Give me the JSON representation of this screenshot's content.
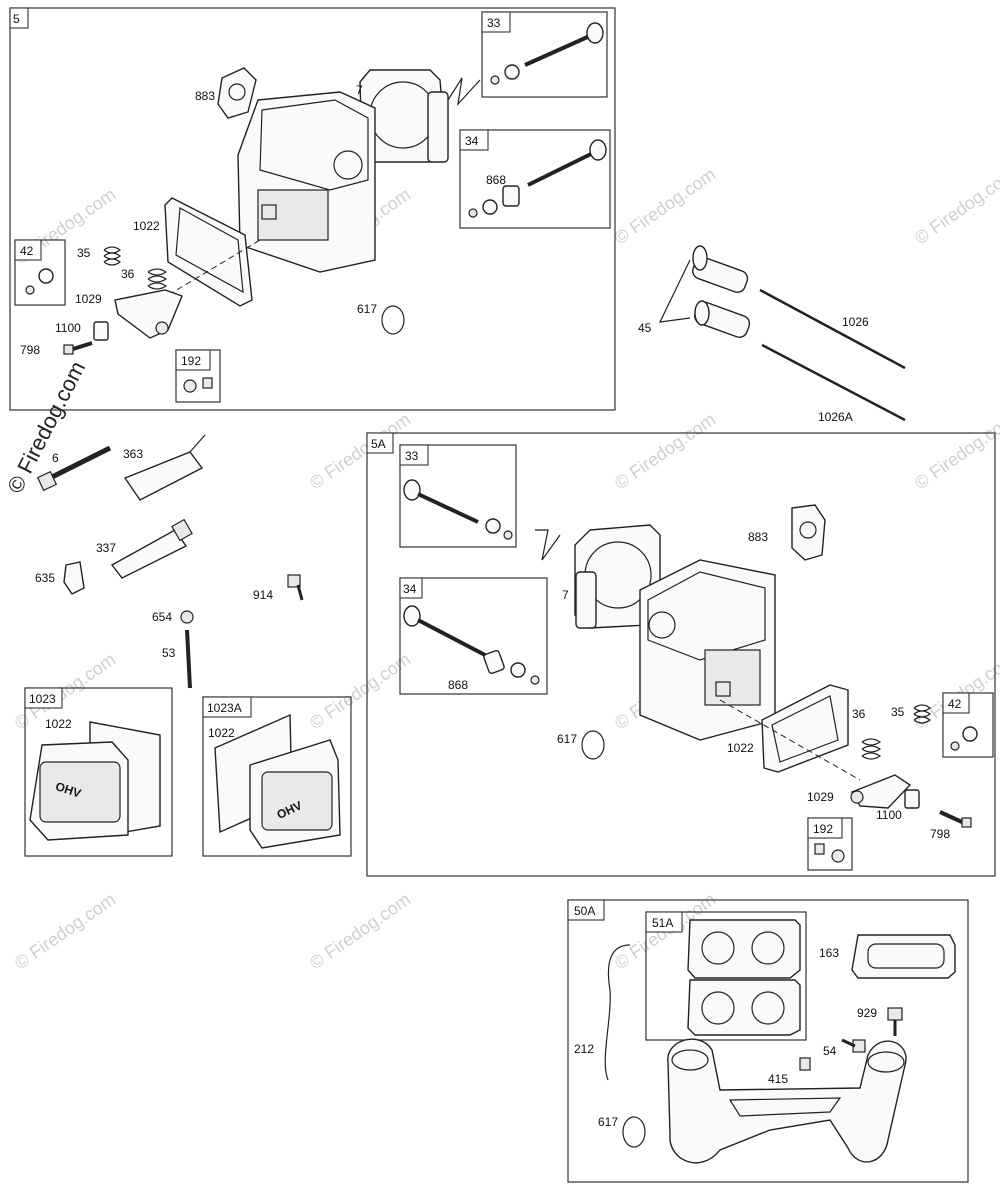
{
  "watermark": "© Firedog.com",
  "groups": {
    "g5": "5",
    "g5a": "5A",
    "g50a": "50A",
    "g51a": "51A",
    "g1023": "1023",
    "g1023a": "1023A",
    "g33_top": "33",
    "g34_top": "34",
    "g42_top": "42",
    "g192_top": "192",
    "g33_mid": "33",
    "g34_mid": "34",
    "g42_mid": "42",
    "g192_mid": "192"
  },
  "labels": {
    "p883a": "883",
    "p7a": "7",
    "p1022a": "1022",
    "p35a": "35",
    "p36a": "36",
    "p1029a": "1029",
    "p1100a": "1100",
    "p798a": "798",
    "p617a": "617",
    "p868a": "868",
    "p45": "45",
    "p1026": "1026",
    "p1026a": "1026A",
    "p6": "6",
    "p363": "363",
    "p337": "337",
    "p635": "635",
    "p914": "914",
    "p654": "654",
    "p53": "53",
    "p1022c": "1022",
    "p1022d": "1022",
    "p883b": "883",
    "p7b": "7",
    "p868b": "868",
    "p617b": "617",
    "p1022b": "1022",
    "p36b": "36",
    "p35b": "35",
    "p1029b": "1029",
    "p1100b": "1100",
    "p798b": "798",
    "p163": "163",
    "p929": "929",
    "p54": "54",
    "p212": "212",
    "p415": "415",
    "p617c": "617"
  },
  "covers": {
    "logo": "OHV"
  }
}
